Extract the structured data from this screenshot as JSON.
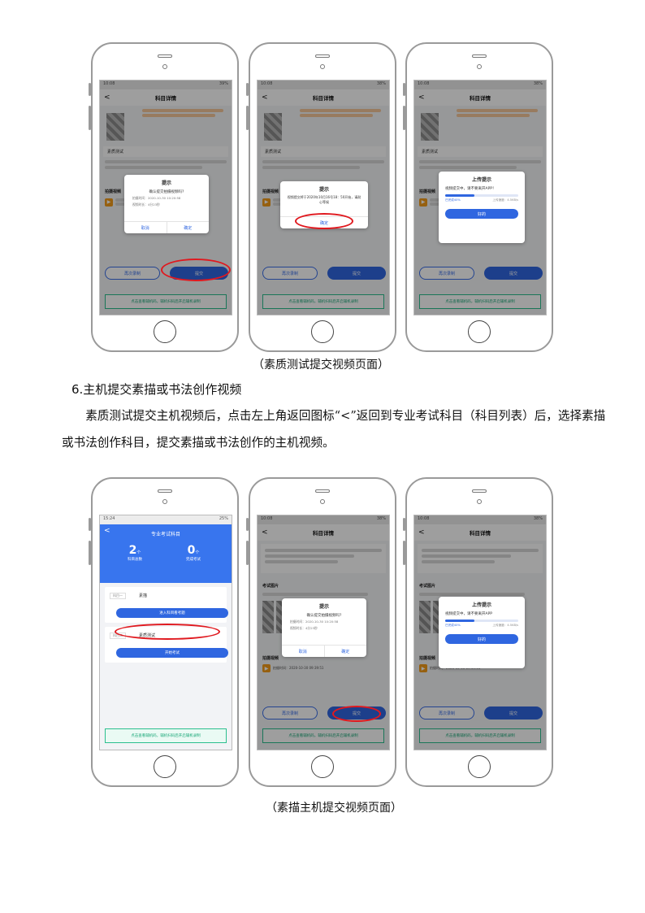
{
  "phones_top": [
    {
      "status_time": "10:08",
      "status_right": "39%",
      "nav_title": "科目详情",
      "dialog": {
        "title": "提示",
        "message": "确认提交拍摄视频吗?",
        "line1": "拍摄时间：2020-10-30 10:20:58",
        "line2": "视频时长：4分23秒",
        "cancel": "取消",
        "confirm": "确定"
      },
      "subject_label": "素质测试",
      "section_video": "拍摄视频",
      "btn_retake": "再次录制",
      "btn_submit": "提交",
      "green_bar": "点击查看辅机码，辅机扫码后开启辅机录制"
    },
    {
      "status_time": "10:08",
      "status_right": "38%",
      "nav_title": "科目详情",
      "dialog": {
        "title": "提示",
        "message": "视频提交将于2020年10月16号18：50开始，请耐心等候",
        "confirm": "确定"
      },
      "subject_label": "素质测试",
      "section_video": "拍摄视频",
      "btn_retake": "再次录制",
      "btn_submit": "提交",
      "green_bar": "点击查看辅机码，辅机扫码后开启辅机录制"
    },
    {
      "status_time": "10:08",
      "status_right": "38%",
      "nav_title": "科目详情",
      "dialog": {
        "title": "上传提示",
        "message": "视频提交中，请不要离开APP！",
        "uploaded": "已完成40%",
        "speed": "上传速度：4.5KB/s",
        "ok": "好的"
      },
      "progress": 0.4,
      "subject_label": "素质测试",
      "section_video": "拍摄视频",
      "btn_retake": "再次录制",
      "btn_submit": "提交",
      "green_bar": "点击查看辅机码，辅机扫码后开启辅机录制"
    }
  ],
  "caption_top": "（素质测试提交视频页面）",
  "heading": "6.主机提交素描或书法创作视频",
  "paragraph": "素质测试提交主机视频后，点击左上角返回图标“<”返回到专业考试科目（科目列表）后，选择素描或书法创作科目，提交素描或书法创作的主机视频。",
  "phones_bottom": [
    {
      "status_time": "15:24",
      "status_right": "25%",
      "nav_title": "专业考试科目",
      "stats": [
        {
          "value": "2",
          "unit": "个",
          "label": "科目总数"
        },
        {
          "value": "0",
          "unit": "个",
          "label": "完成考试"
        }
      ],
      "subjects": [
        {
          "tag": "科目一",
          "name": "素描",
          "button": "进入科目看考题"
        },
        {
          "tag": "科目二",
          "name": "素质测试",
          "button": "开始考试"
        }
      ],
      "green_bar": "点击查看辅机码，辅机扫码后开启辅机录制"
    },
    {
      "status_time": "10:08",
      "status_right": "38%",
      "nav_title": "科目详情",
      "section_photo": "考试图片",
      "section_video": "拍摄视频",
      "video_time": "拍摄时间：2020-10-30 09:39:51",
      "dialog": {
        "title": "提示",
        "message": "确认提交拍摄视频吗?",
        "line1": "拍摄时间：2020-10-30 10:20:58",
        "line2": "视频时长：4分23秒",
        "cancel": "取消",
        "confirm": "确定"
      },
      "btn_retake": "再次录制",
      "btn_submit": "提交",
      "green_bar": "点击查看辅机码，辅机扫码后开启辅机录制"
    },
    {
      "status_time": "10:08",
      "status_right": "38%",
      "nav_title": "科目详情",
      "section_photo": "考试图片",
      "section_video": "拍摄视频",
      "video_time": "拍摄时间：2020-10-30 09:39:51",
      "dialog": {
        "title": "上传提示",
        "message": "视频提交中，请不要离开APP",
        "uploaded": "已完成40%",
        "speed": "上传速度：4.5KB/s",
        "ok": "好的"
      },
      "progress": 0.4,
      "btn_retake": "再次录制",
      "btn_submit": "提交",
      "green_bar": "点击查看辅机码，辅机扫码后开启辅机录制"
    }
  ],
  "caption_bottom": "（素描主机提交视频页面）",
  "colors": {
    "accent": "#2f66e0",
    "highlight": "#e0191f",
    "green": "#2bbf8e",
    "orange": "#f08a1d"
  }
}
